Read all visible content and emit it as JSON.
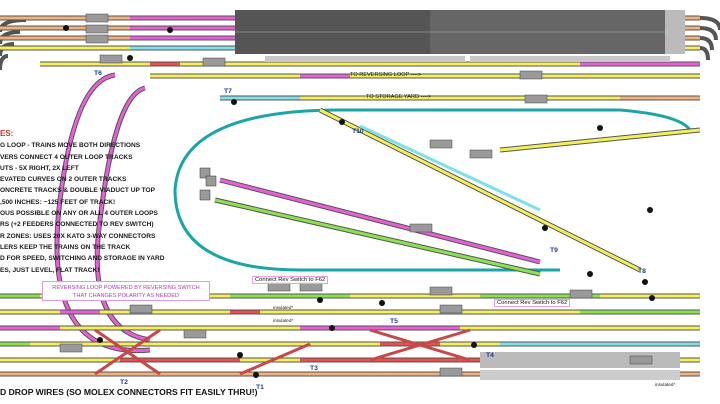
{
  "notes": {
    "heading": "ES:",
    "lines": [
      "G LOOP - TRAINS MOVE BOTH DIRECTIONS",
      "VERS CONNECT 4 OUTER LOOP TRACKS",
      "UTS - 5X RIGHT, 2X LEFT",
      "EVATED CURVES ON 2 OUTER TRACKS",
      "ONCRETE TRACKS & DOUBLE VIADUCT UP TOP",
      ",500 INCHES: ~125 FEET OF TRACK!",
      "OUS POSSIBLE ON ANY OR ALL 4 OUTER LOOPS",
      "RS (+2 FEEDERS CONNECTED TO REV SWITCH)",
      "R ZONES: USES 20X KATO 3-WAY CONNECTORS",
      "LERS KEEP THE TRAINS ON THE TRACK",
      "D FOR SPEED, SWITCHING AND STORAGE IN YARD",
      "ES, JUST LEVEL, FLAT TRACK!"
    ]
  },
  "callout": {
    "line1": "REVERSING LOOP POWERED BY REVERSING SWITCH",
    "line2": "THAT CHANGES POLARITY AS NEEDED"
  },
  "footer": "D DROP WIRES (SO MOLEX CONNECTORS FIT EASILY THRU!)",
  "labels": {
    "to_reversing_loop": "TO REVERSING LOOP ---->",
    "to_storage_yard": "TO STORAGE YARD ---->",
    "connect_rev_1": "Connect Rev Switch to F62",
    "connect_rev_2": "Connect Rev Switch to F62",
    "insulated_1": "insulated*",
    "insulated_2": "insulated*",
    "insulated_3": "insulated*"
  },
  "turnouts": {
    "t1": "T1",
    "t2": "T2",
    "t3": "T3",
    "t4": "T4",
    "t5": "T5",
    "t6": "T6",
    "t7": "T7",
    "t8": "T8",
    "t9": "T9",
    "t10": "T10"
  },
  "colors": {
    "yellow": "#f5f05a",
    "orange": "#f2b07a",
    "magenta": "#e85fd8",
    "green": "#8be24f",
    "cyan": "#7fe0e8",
    "teal": "#1aa6a6",
    "gray": "#c8c8c8",
    "darkgray": "#555555",
    "red": "#e85050",
    "pink": "#f0a8a8"
  }
}
